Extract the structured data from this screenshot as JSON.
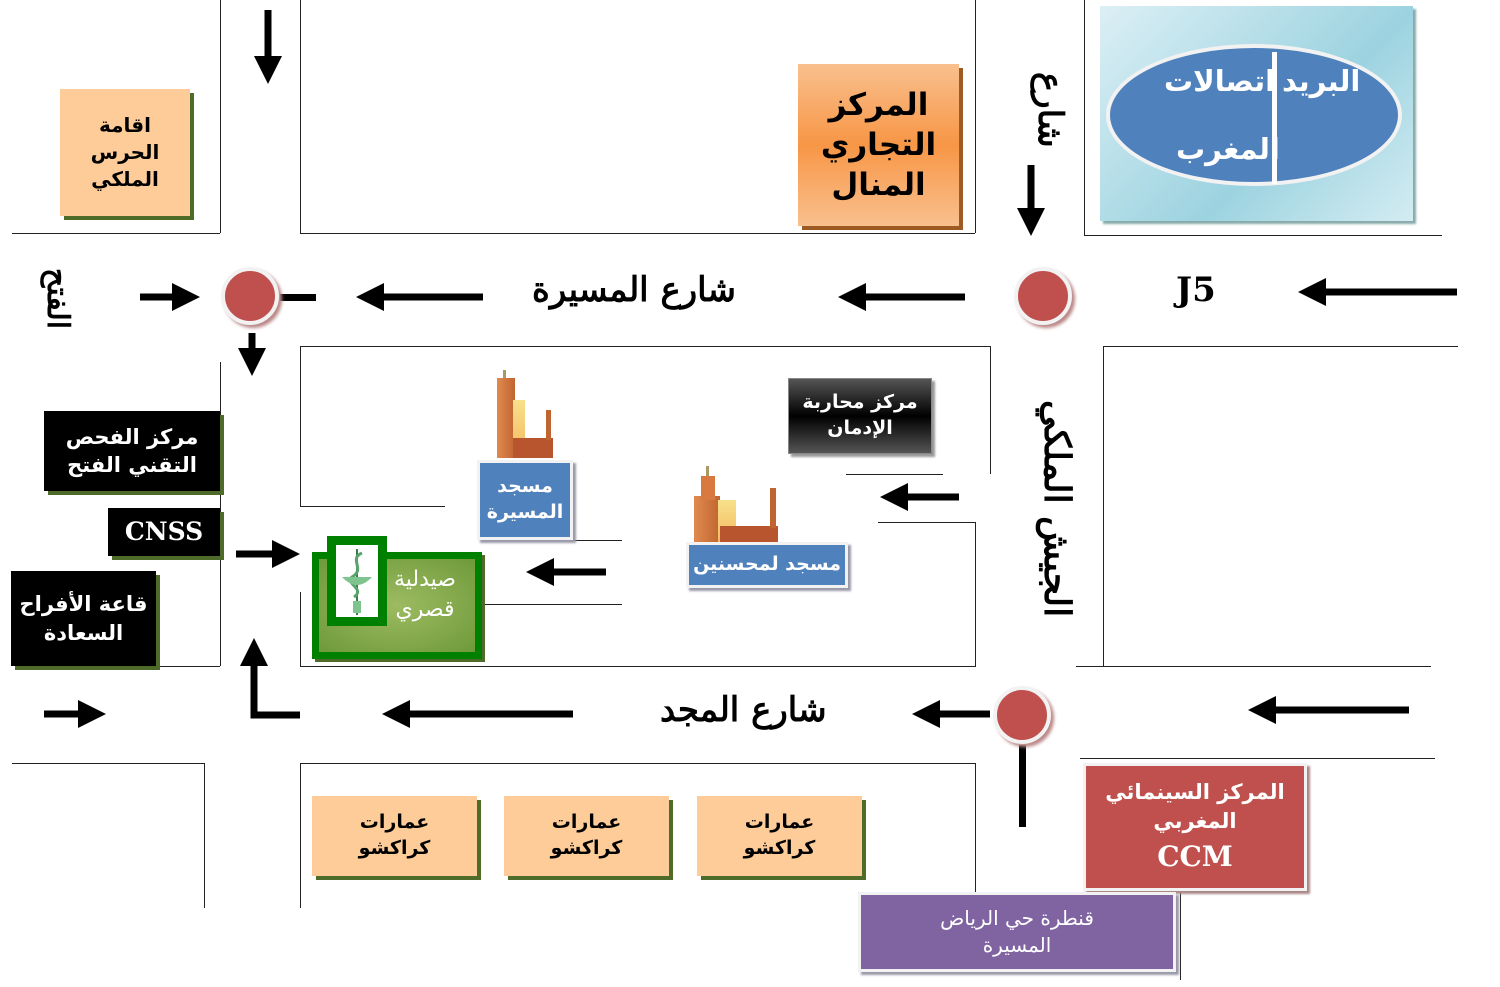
{
  "map": {
    "streets": {
      "massira": "شارع المسيرة",
      "majd": "شارع المجد",
      "j5": "J5",
      "jaych_malaki": "الجيش الملكي",
      "charie_vertical": "شارع",
      "fath": "الفتح"
    },
    "landmarks": {
      "garde_royale": [
        "اقامة",
        "الحرس",
        "الملكي"
      ],
      "manal": [
        "المركز",
        "التجاري",
        "المنال"
      ],
      "poste_left": "البريد",
      "poste_right": [
        "اتصالات",
        "المغرب"
      ],
      "controle_technique": [
        "مركز الفحص",
        "التقني الفتح"
      ],
      "cnss": "CNSS",
      "salle_fetes": [
        "قاعة الأفراح",
        "السعادة"
      ],
      "mosque_massira": [
        "مسجد",
        "المسيرة"
      ],
      "mosque_mohsinine": "مسجد لمحسنين",
      "anti_addiction": [
        "مركز محاربة",
        "الإدمان"
      ],
      "pharmacie": [
        "صيدلية",
        "قصري"
      ],
      "immeubles": [
        [
          "عمارات",
          "كراكشو"
        ],
        [
          "عمارات",
          "كراكشو"
        ],
        [
          "عمارات",
          "كراكشو"
        ]
      ],
      "ccm": [
        "المركز السينمائي",
        "المغربي",
        "CCM"
      ],
      "pont_riad": [
        "قنطرة حي الرياض",
        "المسيرة"
      ]
    },
    "colors": {
      "roundabout": "#c0504d",
      "peach": "#fecc99",
      "orange": "#f79646",
      "blue": "#4f81bd",
      "teal": "#9cd3e0",
      "green": "#008000",
      "purple": "#8064a2",
      "red": "#c0504d"
    },
    "icons": {
      "roundabout": "roundabout-icon",
      "arrow": "direction-arrow-icon",
      "mosque": "mosque-icon",
      "pharmacy": "pharmacy-caduceus-icon"
    }
  }
}
